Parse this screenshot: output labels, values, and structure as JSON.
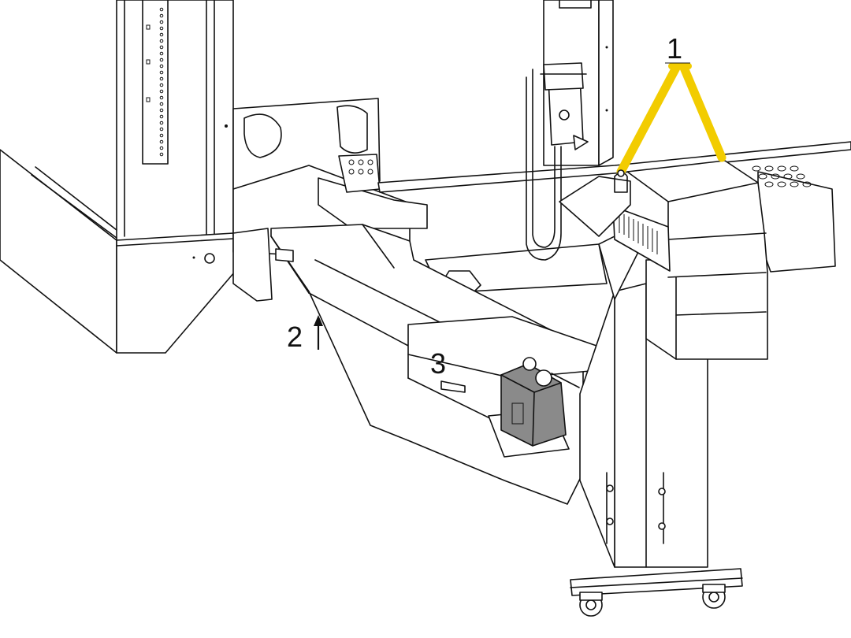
{
  "callouts": {
    "one": "1",
    "two": "2",
    "three": "3"
  },
  "colors": {
    "strap": "#f2cc00",
    "cartridge": "#8a8a8a",
    "line": "#111111",
    "background": "#ffffff"
  }
}
